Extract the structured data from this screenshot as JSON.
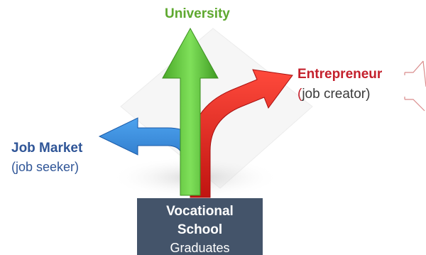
{
  "labels": {
    "university": "University",
    "entrepreneur": "Entrepreneur",
    "entrepreneur_sub_paren": "(",
    "entrepreneur_sub_rest": "job creator)",
    "job_market": "Job Market",
    "job_market_sub": "(job seeker)"
  },
  "box": {
    "line1": "Vocational",
    "line2": "School",
    "line3": "Graduates"
  },
  "colors": {
    "university": "#5ea82f",
    "entrepreneur": "#c4202c",
    "job_market": "#2f5597",
    "box_bg": "#44546a",
    "arrow_green": "#5cc63a",
    "arrow_red": "#e2231f",
    "arrow_blue": "#2f86d9"
  },
  "icons": {
    "arrows": "three-way-fork-arrows-icon",
    "pointer": "open-bracket-pointer-icon"
  }
}
